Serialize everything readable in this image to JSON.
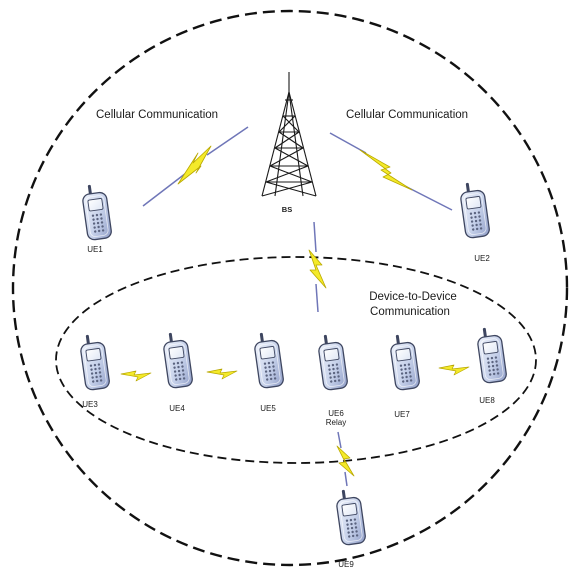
{
  "labels": {
    "cellular_left": "Cellular Communication",
    "cellular_right": "Cellular Communication",
    "d2d_line1": "Device-to-Device",
    "d2d_line2": "Communication",
    "bs": "BS"
  },
  "devices": {
    "ue1": "UE1",
    "ue2": "UE2",
    "ue3": "UE3",
    "ue4": "UE4",
    "ue5": "UE5",
    "ue6": "UE6",
    "ue6_role": "Relay",
    "ue7": "UE7",
    "ue8": "UE8",
    "ue9": "UE9"
  },
  "colors": {
    "bolt_fill": "#f4ea2a",
    "bolt_stroke": "#b9a800",
    "phone_body": "#c8d4ec",
    "phone_edge": "#3e4660",
    "link_line": "#6f76b8",
    "tower": "#1a1a1a"
  }
}
